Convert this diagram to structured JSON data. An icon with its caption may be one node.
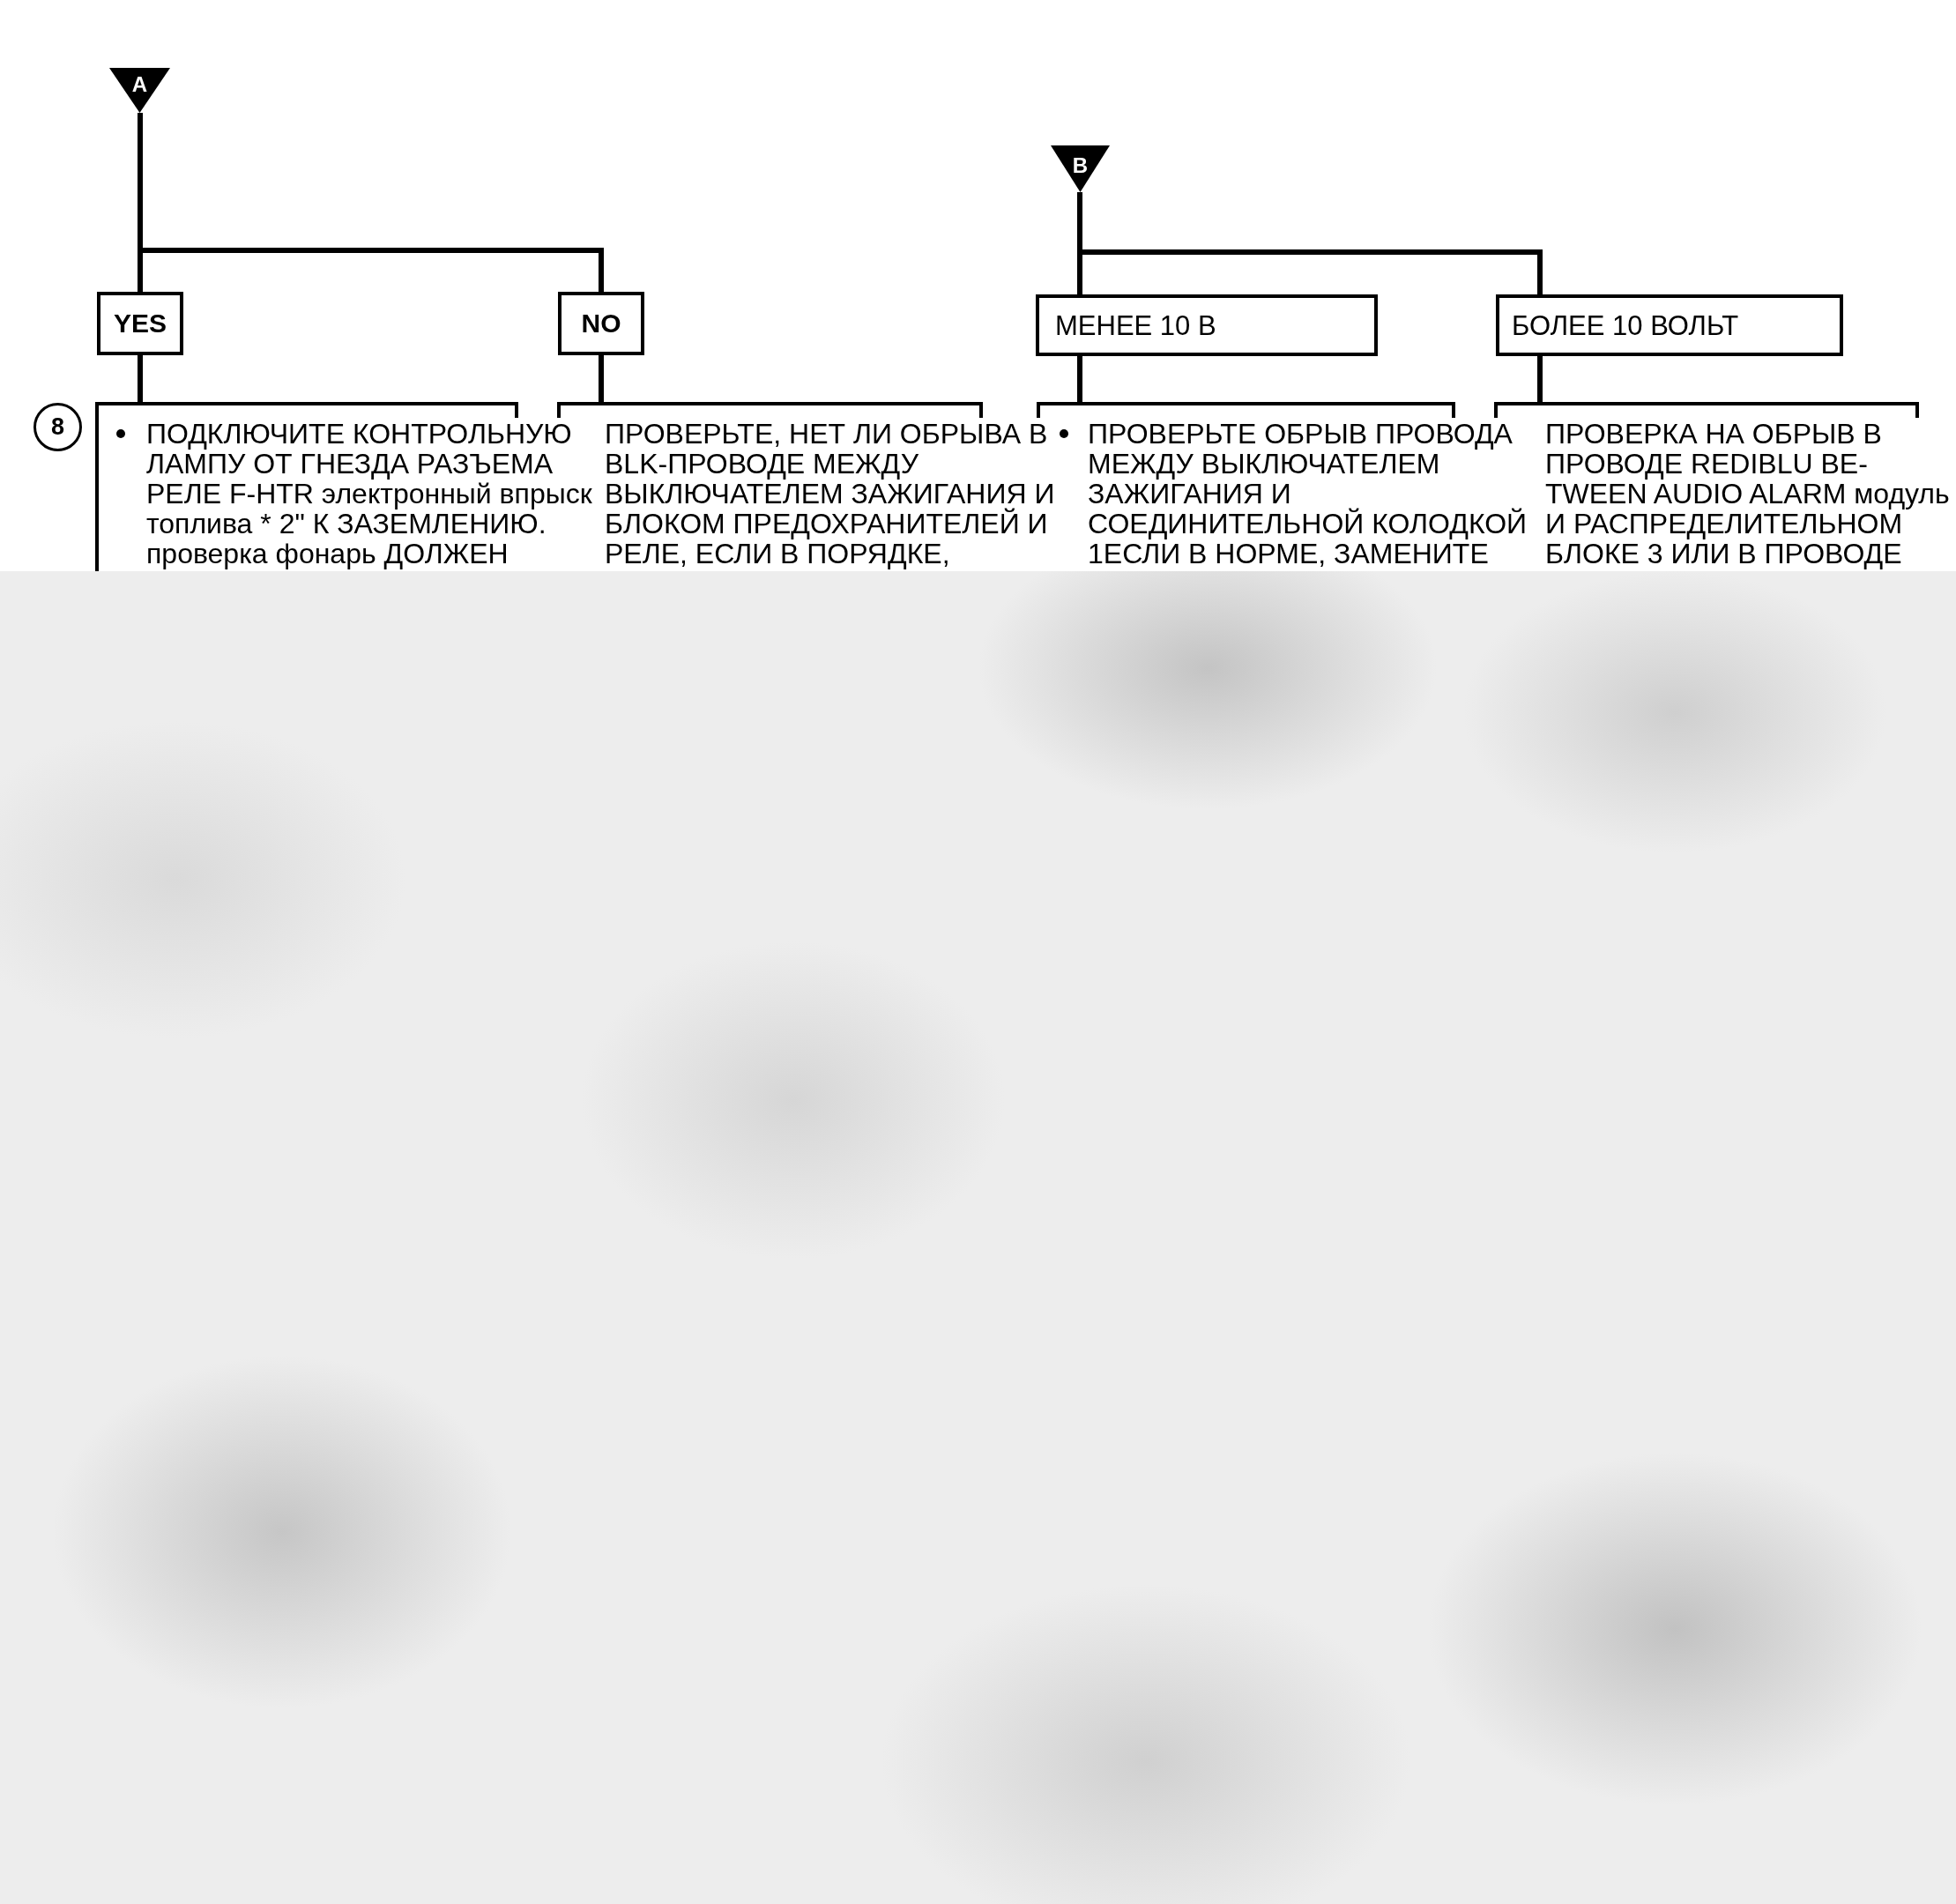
{
  "diagram": {
    "nodes": [
      {
        "text": [
          "A"
        ]
      },
      {
        "text": [
          "YES"
        ]
      },
      {
        "text": [
          "NO"
        ]
      },
      {
        "text": [
          "B"
        ]
      },
      {
        "text": [
          "МЕНЕЕ 10 В"
        ]
      },
      {
        "text": [
          "БОЛЕЕ 10 ВОЛЬТ"
        ]
      },
      {
        "text": [
          "8"
        ]
      },
      {
        "text": [
          "ПОДКЛЮЧИТЕ КОНТРОЛЬНУЮ ЛАМПУ ОТ ГНЕЗДА РАЗЪЕМА РЕЛЕ F-HTR электронный впрыск топлива * 2\" К ЗАЗЕМЛЕНИЮ. проверка фонарь ДОЛЖЕН"
        ]
      },
      {
        "text": [
          "ПРОВЕРЬТЕ, НЕТ ЛИ ОБРЫВА В BLK-ПРОВОДЕ МЕЖДУ ВЫКЛЮЧАТЕЛЕМ ЗАЖИГАНИЯ И БЛОКОМ ПРЕДОХРАНИТЕЛЕЙ И РЕЛЕ, ЕСЛИ В ПОРЯДКЕ,"
        ]
      },
      {
        "text": [
          "ПРОВЕРЬТЕ ОБРЫВ ПРОВОДА МЕЖДУ ВЫКЛЮЧАТЕЛЕМ ЗАЖИГАНИЯ И СОЕДИНИТЕЛЬНОЙ КОЛОДКОЙ 1ЕСЛИ В НОРМЕ, ЗАМЕНИТЕ"
        ]
      },
      {
        "text": [
          "ПРОВЕРКА НА ОБРЫВ В ПРОВОДЕ REDIBLU BE- TWEEN AUDIO ALARM модуль И РАСПРЕДЕЛИТЕЛЬНОМ БЛОКЕ 3 ИЛИ В ПРОВОДЕ"
        ]
      }
    ],
    "edges": [
      {
        "from": 0,
        "to": 1,
        "arrow": "none"
      },
      {
        "from": 0,
        "to": 2,
        "arrow": "none"
      },
      {
        "from": 3,
        "to": 4,
        "arrow": "none"
      },
      {
        "from": 3,
        "to": 5,
        "arrow": "none"
      },
      {
        "from": 1,
        "to": 7,
        "arrow": "none"
      },
      {
        "from": 2,
        "to": 8,
        "arrow": "none"
      },
      {
        "from": 4,
        "to": 9,
        "arrow": "none"
      },
      {
        "from": 5,
        "to": 10,
        "arrow": "none"
      }
    ]
  }
}
